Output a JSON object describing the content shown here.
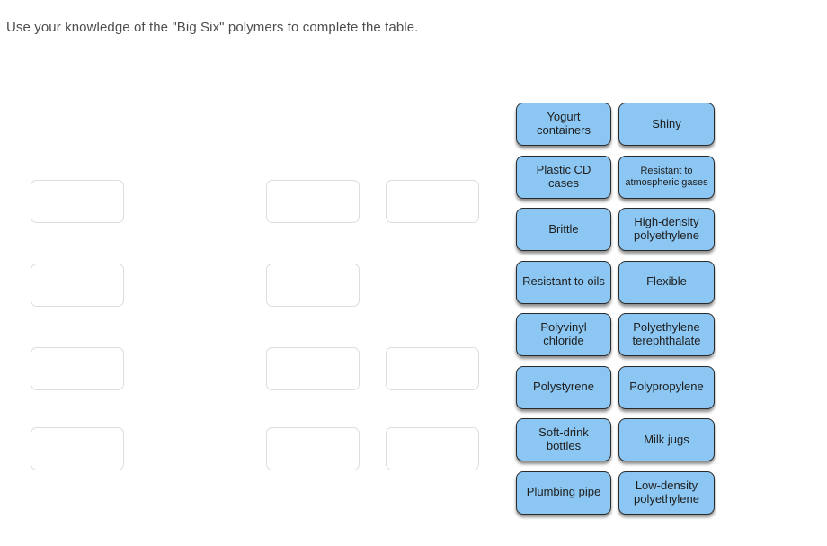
{
  "instruction": "Use your knowledge of the \"Big Six\" polymers to complete the table.",
  "colors": {
    "page_bg": "#ffffff",
    "tile_fill": "#8cc6f2",
    "tile_border": "#2a2a2a",
    "tile_text": "#1e1e1e",
    "slot_bg": "#ffffff",
    "slot_border": "#dddddd",
    "instruction_text": "#4d4d4d"
  },
  "answer_bank": {
    "tiles": [
      {
        "label": "Yogurt containers"
      },
      {
        "label": "Shiny"
      },
      {
        "label": "Plastic CD cases"
      },
      {
        "label": "Resistant to atmospheric gases"
      },
      {
        "label": "Brittle"
      },
      {
        "label": "High-density polyethylene"
      },
      {
        "label": "Resistant to oils"
      },
      {
        "label": "Flexible"
      },
      {
        "label": "Polyvinyl chloride"
      },
      {
        "label": "Polyethylene terephthalate"
      },
      {
        "label": "Polystyrene"
      },
      {
        "label": "Polypropylene"
      },
      {
        "label": "Soft-drink bottles"
      },
      {
        "label": "Milk jugs"
      },
      {
        "label": "Plumbing pipe"
      },
      {
        "label": "Low-density polyethylene"
      }
    ]
  },
  "drop_table": {
    "rows": 4,
    "columns": 3,
    "empty_cells": [
      {
        "row": 1,
        "col": 1
      },
      {
        "row": 1,
        "col": 2
      },
      {
        "row": 1,
        "col": 3
      },
      {
        "row": 2,
        "col": 1
      },
      {
        "row": 2,
        "col": 2
      },
      {
        "row": 3,
        "col": 1
      },
      {
        "row": 3,
        "col": 2
      },
      {
        "row": 3,
        "col": 3
      },
      {
        "row": 4,
        "col": 1
      },
      {
        "row": 4,
        "col": 2
      },
      {
        "row": 4,
        "col": 3
      }
    ]
  }
}
